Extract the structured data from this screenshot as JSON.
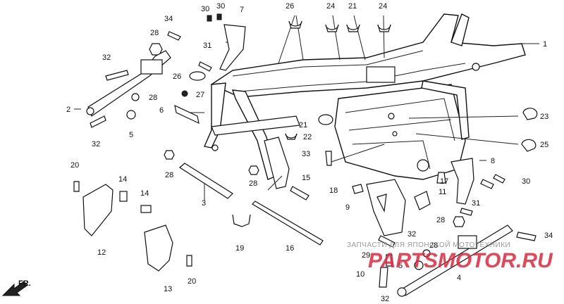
{
  "callouts": {
    "c1": "1",
    "c2": "2",
    "c3": "3",
    "c4": "4",
    "c5a": "5",
    "c5b": "5",
    "c6": "6",
    "c7": "7",
    "c8": "8",
    "c9": "9",
    "c10": "10",
    "c11": "11",
    "c12": "12",
    "c13": "13",
    "c14a": "14",
    "c14b": "14",
    "c15": "15",
    "c16": "16",
    "c17": "17",
    "c18": "18",
    "c19": "19",
    "c20a": "20",
    "c20b": "20",
    "c21a": "21",
    "c21b": "21",
    "c22": "22",
    "c23": "23",
    "c24a": "24",
    "c24b": "24",
    "c25": "25",
    "c26a": "26",
    "c26b": "26",
    "c27": "27",
    "c28a": "28",
    "c28b": "28",
    "c28c": "28",
    "c28d": "28",
    "c28e": "28",
    "c28f": "28",
    "c29": "29",
    "c30a": "30",
    "c30b": "30",
    "c30c": "30",
    "c31a": "31",
    "c31b": "31",
    "c32a": "32",
    "c32b": "32",
    "c32c": "32",
    "c32d": "32",
    "c33": "33",
    "c34a": "34",
    "c34b": "34"
  },
  "direction_label": "FR.",
  "watermark": {
    "caption": "ЗАПЧАСТИ ДЛЯ ЯПОНСКОЙ МОТОТЕХНИКИ",
    "brand": "PARTSMOTOR.RU"
  },
  "colors": {
    "ink": "#111111",
    "watermark_red": "#e0253a",
    "watermark_gray": "#9a9a9a"
  }
}
